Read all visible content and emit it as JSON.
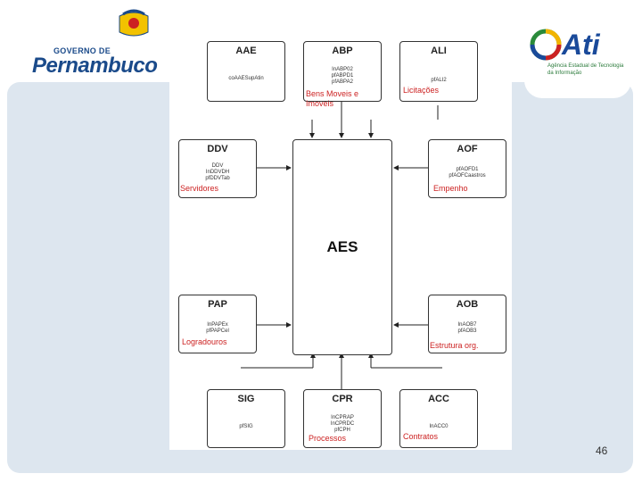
{
  "header": {
    "pe_small": "GOVERNO DE",
    "pe_big": "Pernambuco",
    "ati_name": "Ati",
    "ati_sub": "Agência Estadual de Tecnologia da Informação"
  },
  "page_number": "46",
  "diagram": {
    "center": "AES",
    "boxes": {
      "aae": {
        "title": "AAE",
        "code": "coAAESupAtin",
        "label": ""
      },
      "abp": {
        "title": "ABP",
        "code": "InABP02\npfABPD1\npfABPA2",
        "label": "Bens Moveis e\nImoveis"
      },
      "ali": {
        "title": "ALI",
        "code": "pfALI2",
        "label": "Licitações"
      },
      "ddv": {
        "title": "DDV",
        "code": "DDV\nInDDVDH\npfDDVTab",
        "label": "Servidores"
      },
      "aof": {
        "title": "AOF",
        "code": "pfAOFD1\npfAOFCaastros",
        "label": "Empenho"
      },
      "pap": {
        "title": "PAP",
        "code": "InPAPEx\npfPAPCel",
        "label": "Logradouros"
      },
      "aob": {
        "title": "AOB",
        "code": "InAOB7\npfAOB3",
        "label": "Estrutura org."
      },
      "sig": {
        "title": "SIG",
        "code": "pfSIG",
        "label": ""
      },
      "cpr": {
        "title": "CPR",
        "code": "InCPRAP\nInCPRDC\npfCPH",
        "label": "Processos"
      },
      "acc": {
        "title": "ACC",
        "code": "InACC0",
        "label": "Contratos"
      }
    }
  }
}
